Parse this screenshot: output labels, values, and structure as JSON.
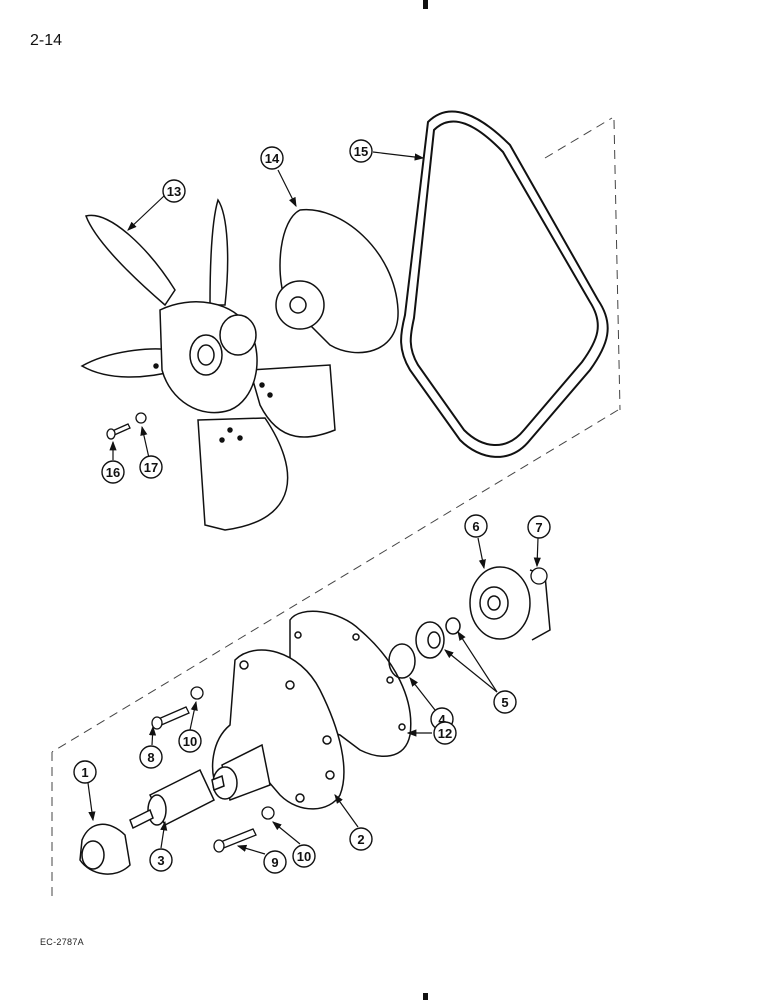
{
  "page": {
    "number": "2-14",
    "figure_code": "EC-2787A"
  },
  "callouts": [
    "1",
    "2",
    "3",
    "4",
    "5",
    "6",
    "7",
    "8",
    "9",
    "10",
    "10",
    "12",
    "13",
    "14",
    "15",
    "16",
    "17"
  ]
}
